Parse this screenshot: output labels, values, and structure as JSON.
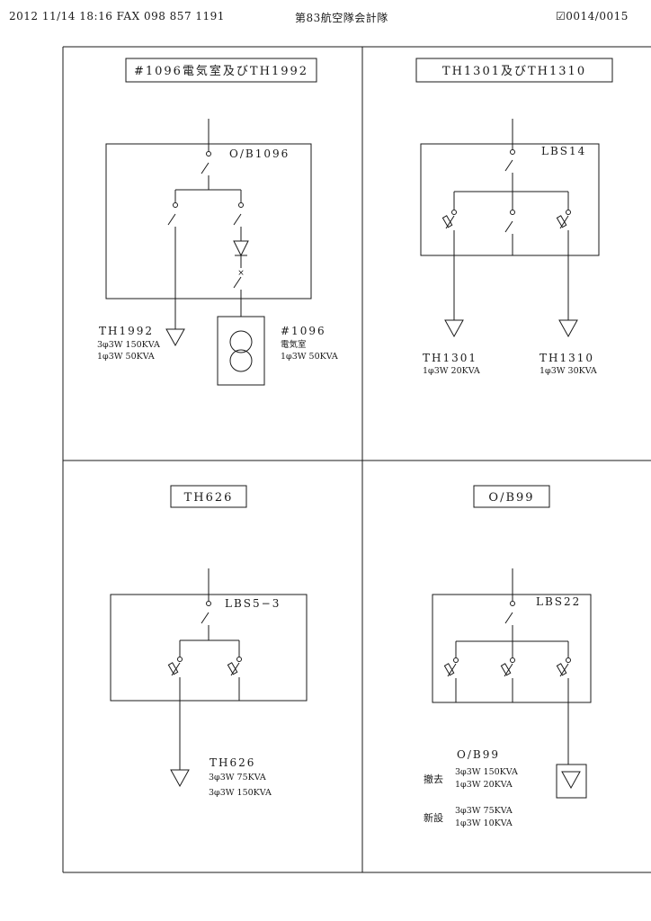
{
  "fax_header": {
    "left": "2012 11/14 18:16 FAX  098 857 1191",
    "center": "第83航空隊会計隊",
    "right": "☑0014/0015"
  },
  "panels": {
    "top_left": {
      "title": "#1096電気室及びTH1992",
      "box_label": "O/B1096",
      "load_left": {
        "name": "TH1992",
        "spec1": "3φ3W 150KVA",
        "spec2": "1φ3W 50KVA"
      },
      "load_right": {
        "name": "#1096",
        "room": "電気室",
        "spec1": "1φ3W 50KVA"
      }
    },
    "top_right": {
      "title": "TH1301及びTH1310",
      "box_label": "LBS14",
      "load_left": {
        "name": "TH1301",
        "spec1": "1φ3W 20KVA"
      },
      "load_right": {
        "name": "TH1310",
        "spec1": "1φ3W 30KVA"
      }
    },
    "bottom_left": {
      "title": "TH626",
      "box_label": "LBS5−3",
      "load": {
        "name": "TH626",
        "spec1": "3φ3W 75KVA",
        "spec2": "3φ3W 150KVA"
      }
    },
    "bottom_right": {
      "title": "O/B99",
      "box_label": "LBS22",
      "load": {
        "name": "O/B99",
        "removed_label": "撤去",
        "removed_spec1": "3φ3W 150KVA",
        "removed_spec2": "1φ3W 20KVA",
        "new_label": "新設",
        "new_spec1": "3φ3W 75KVA",
        "new_spec2": "1φ3W 10KVA"
      }
    }
  }
}
